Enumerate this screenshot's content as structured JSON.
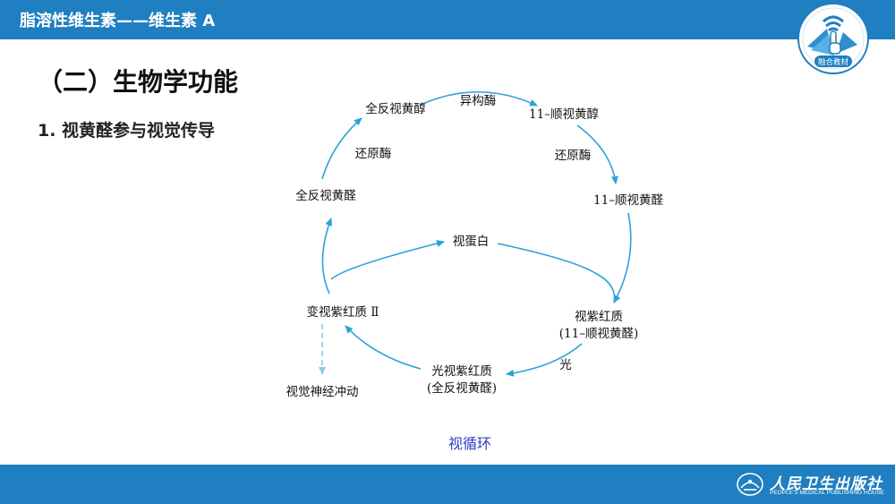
{
  "header": {
    "title": "脂溶性维生素——维生素 A"
  },
  "logo": {
    "label": "融合教材",
    "icon": "wifi-hand-book-icon"
  },
  "section_title": "（二）生物学功能",
  "subsection_title": "1. 视黄醛参与视觉传导",
  "diagram": {
    "nodes": {
      "trans_retinol": "全反视黄醇",
      "cis_retinol": "11–顺视黄醇",
      "cis_retinal": "11–顺视黄醛",
      "trans_retinal": "全反视黄醛",
      "opsin": "视蛋白",
      "rhodopsin": "视紫红质",
      "rhodopsin_sub": "(11–顺视黄醛)",
      "photo_rhodopsin": "光视紫红质",
      "photo_rhodopsin_sub": "(全反视黄醛)",
      "metarhodopsin": "变视紫红质 Ⅱ",
      "nerve_impulse": "视觉神经冲动"
    },
    "edge_labels": {
      "isomerase": "异构酶",
      "reductase_right": "还原酶",
      "reductase_left": "还原酶",
      "light": "光"
    },
    "arrow_color": "#29a3d6"
  },
  "caption": "视循环",
  "footer": {
    "publisher_cn": "人民卫生出版社",
    "publisher_en": "PEOPLE'S MEDICAL PUBLISHING HOUSE",
    "publisher_icon": "publisher-emblem-icon"
  },
  "colors": {
    "bar": "#1f7fc0",
    "caption": "#2a3fc4"
  }
}
